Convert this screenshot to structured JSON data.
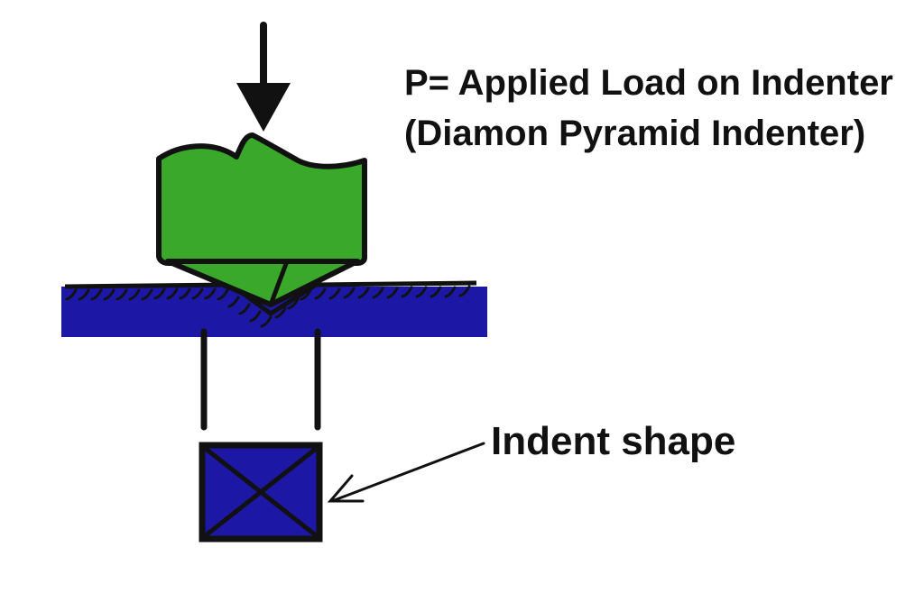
{
  "labels": {
    "load_line1": "P= Applied Load on Indenter",
    "load_line2": "(Diamon Pyramid Indenter)",
    "indent": "Indent shape"
  },
  "colors": {
    "indenter": "#3aa82a",
    "specimen": "#1d17a6",
    "indent_fill": "#1d17a6",
    "outline": "#111111"
  },
  "icons": {
    "load": "down-arrow-icon",
    "pointer": "left-arrow-icon"
  }
}
